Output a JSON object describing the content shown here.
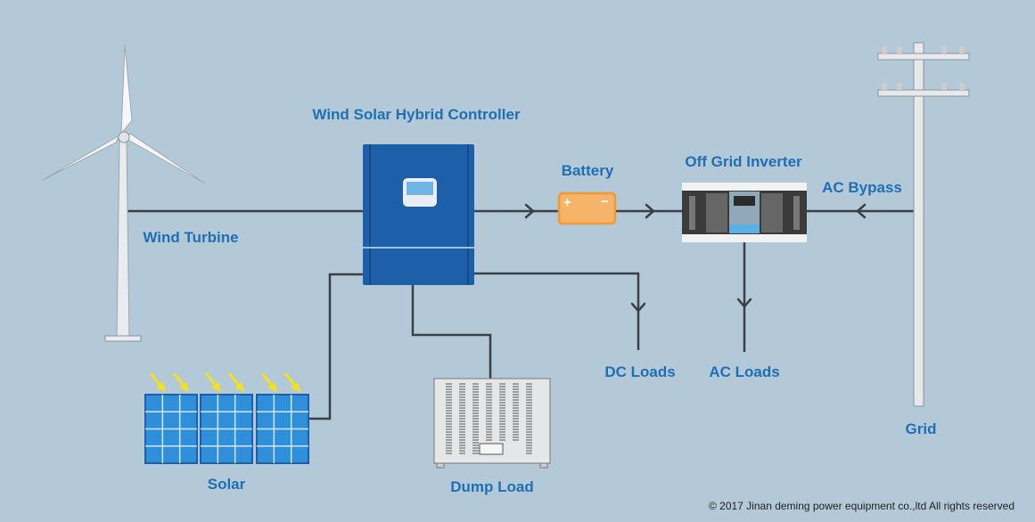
{
  "labels": {
    "controller": "Wind Solar Hybrid Controller",
    "battery": "Battery",
    "inverter": "Off Grid Inverter",
    "ac_bypass": "AC Bypass",
    "wind_turbine": "Wind Turbine",
    "dc_loads": "DC Loads",
    "ac_loads": "AC Loads",
    "grid": "Grid",
    "solar": "Solar",
    "dump_load": "Dump Load"
  },
  "copyright": "© 2017 Jinan deming power equipment co.,ltd All rights reserved",
  "colors": {
    "background": "#b3c9d7",
    "label": "#1f6fb4",
    "controller": "#1d5fa8",
    "battery": "#f6b36a",
    "wire": "#3a4046"
  }
}
